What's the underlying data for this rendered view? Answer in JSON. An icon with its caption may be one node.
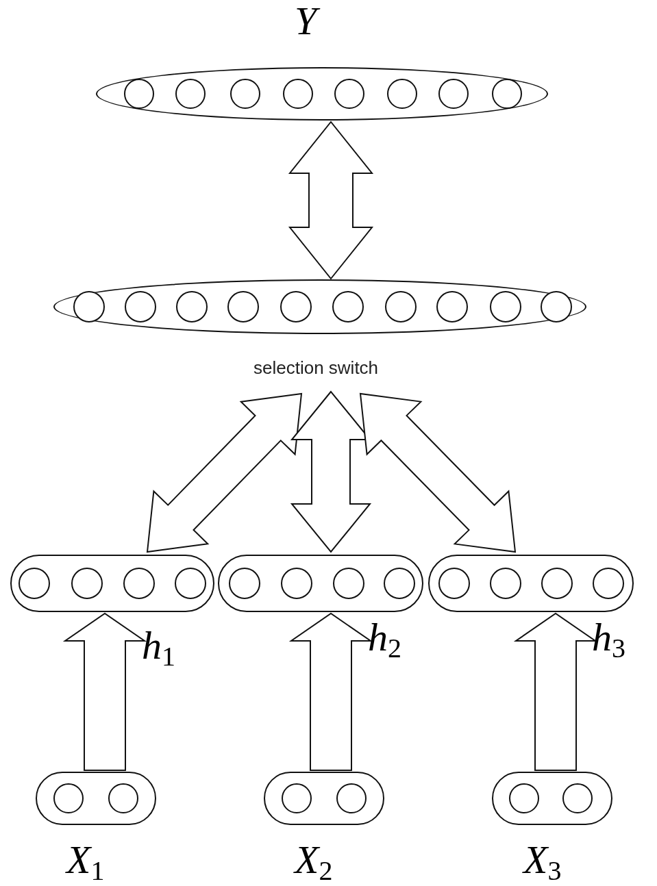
{
  "diagram": {
    "nodes": [
      {
        "text": [
          "*Y*"
        ]
      },
      {
        "text": [],
        "shape": "circle",
        "in": 0
      },
      {
        "text": [],
        "shape": "circle",
        "in": 0
      },
      {
        "text": [],
        "shape": "circle",
        "in": 0
      },
      {
        "text": [],
        "shape": "circle",
        "in": 0
      },
      {
        "text": [],
        "shape": "circle",
        "in": 0
      },
      {
        "text": [],
        "shape": "circle",
        "in": 0
      },
      {
        "text": [],
        "shape": "circle",
        "in": 0
      },
      {
        "text": [],
        "shape": "circle",
        "in": 0
      },
      {
        "text": [],
        "shape": "ellipse"
      },
      {
        "text": [],
        "shape": "circle",
        "in": 9
      },
      {
        "text": [],
        "shape": "circle",
        "in": 9
      },
      {
        "text": [],
        "shape": "circle",
        "in": 9
      },
      {
        "text": [],
        "shape": "circle",
        "in": 9
      },
      {
        "text": [],
        "shape": "circle",
        "in": 9
      },
      {
        "text": [],
        "shape": "circle",
        "in": 9
      },
      {
        "text": [],
        "shape": "circle",
        "in": 9
      },
      {
        "text": [],
        "shape": "circle",
        "in": 9
      },
      {
        "text": [],
        "shape": "circle",
        "in": 9
      },
      {
        "text": [],
        "shape": "circle",
        "in": 9
      },
      {
        "text": [
          "*h*$_{1}$"
        ]
      },
      {
        "text": [],
        "shape": "circle",
        "in": 20
      },
      {
        "text": [],
        "shape": "circle",
        "in": 20
      },
      {
        "text": [],
        "shape": "circle",
        "in": 20
      },
      {
        "text": [],
        "shape": "circle",
        "in": 20
      },
      {
        "text": [
          "*h*$_{2}$"
        ]
      },
      {
        "text": [],
        "shape": "circle",
        "in": 25
      },
      {
        "text": [],
        "shape": "circle",
        "in": 25
      },
      {
        "text": [],
        "shape": "circle",
        "in": 25
      },
      {
        "text": [],
        "shape": "circle",
        "in": 25
      },
      {
        "text": [
          "*h*$_{3}$"
        ]
      },
      {
        "text": [],
        "shape": "circle",
        "in": 30
      },
      {
        "text": [],
        "shape": "circle",
        "in": 30
      },
      {
        "text": [],
        "shape": "circle",
        "in": 30
      },
      {
        "text": [],
        "shape": "circle",
        "in": 30
      },
      {
        "text": [
          "*X*$_{1}$"
        ]
      },
      {
        "text": [],
        "shape": "circle",
        "in": 35
      },
      {
        "text": [],
        "shape": "circle",
        "in": 35
      },
      {
        "text": [
          "*X*$_{2}$"
        ]
      },
      {
        "text": [],
        "shape": "circle",
        "in": 38
      },
      {
        "text": [],
        "shape": "circle",
        "in": 38
      },
      {
        "text": [
          "*X*$_{3}$"
        ]
      },
      {
        "text": [],
        "shape": "circle",
        "in": 41
      },
      {
        "text": [],
        "shape": "circle",
        "in": 41
      }
    ],
    "edges": [
      {
        "from": 9,
        "to": 0,
        "arrow": "both"
      },
      {
        "from": 9,
        "to": 20,
        "arrow": "both"
      },
      {
        "from": 9,
        "to": 25,
        "arrow": "both"
      },
      {
        "from": 9,
        "to": 30,
        "arrow": "both"
      },
      {
        "from": 35,
        "to": 20,
        "arrow": "to"
      },
      {
        "from": 38,
        "to": 25,
        "arrow": "to"
      },
      {
        "from": 41,
        "to": 30,
        "arrow": "to"
      }
    ],
    "labels": [
      "selection switch"
    ]
  }
}
